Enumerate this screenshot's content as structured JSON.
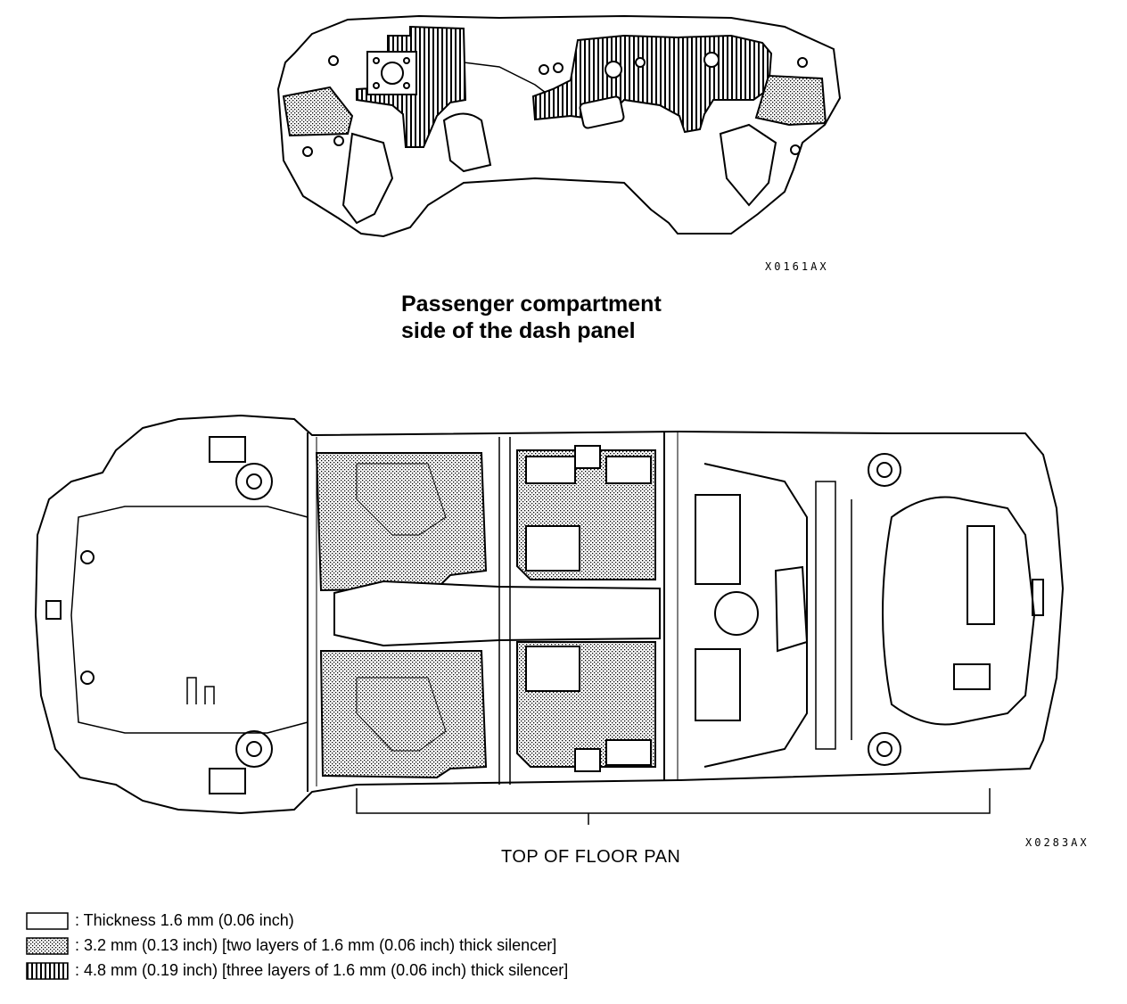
{
  "dash_panel": {
    "code": "X0161AX",
    "caption_line1": "Passenger compartment",
    "caption_line2": "side of the dash panel"
  },
  "floor_pan": {
    "code": "X0283AX",
    "label": "TOP OF FLOOR PAN"
  },
  "legend": [
    {
      "text": ": Thickness 1.6 mm (0.06 inch)",
      "pattern": "blank"
    },
    {
      "text": ": 3.2 mm (0.13 inch) [two layers of 1.6 mm (0.06 inch) thick silencer]",
      "pattern": "dots"
    },
    {
      "text": ": 4.8 mm (0.19 inch) [three layers of 1.6 mm (0.06 inch) thick silencer]",
      "pattern": "vertical-lines"
    }
  ]
}
